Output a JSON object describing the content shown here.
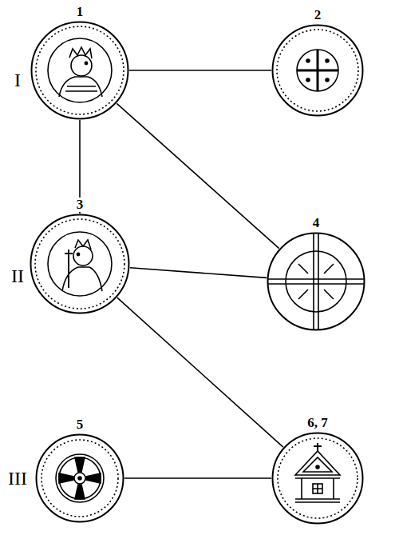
{
  "diagram": {
    "nodes": [
      {
        "text": [
          "1"
        ]
      },
      {
        "text": [
          "2"
        ]
      },
      {
        "text": [
          "3"
        ]
      },
      {
        "text": [
          "4"
        ]
      },
      {
        "text": [
          "5"
        ]
      },
      {
        "text": [
          "6, 7"
        ]
      }
    ],
    "edges": [
      {
        "from": 0,
        "to": 1,
        "arrow": "none"
      },
      {
        "from": 0,
        "to": 2,
        "arrow": "none"
      },
      {
        "from": 0,
        "to": 3,
        "arrow": "none"
      },
      {
        "from": 2,
        "to": 3,
        "arrow": "none"
      },
      {
        "from": 2,
        "to": 5,
        "arrow": "none"
      },
      {
        "from": 4,
        "to": 5,
        "arrow": "none"
      }
    ],
    "labels": [
      "I",
      "II",
      "III"
    ]
  }
}
